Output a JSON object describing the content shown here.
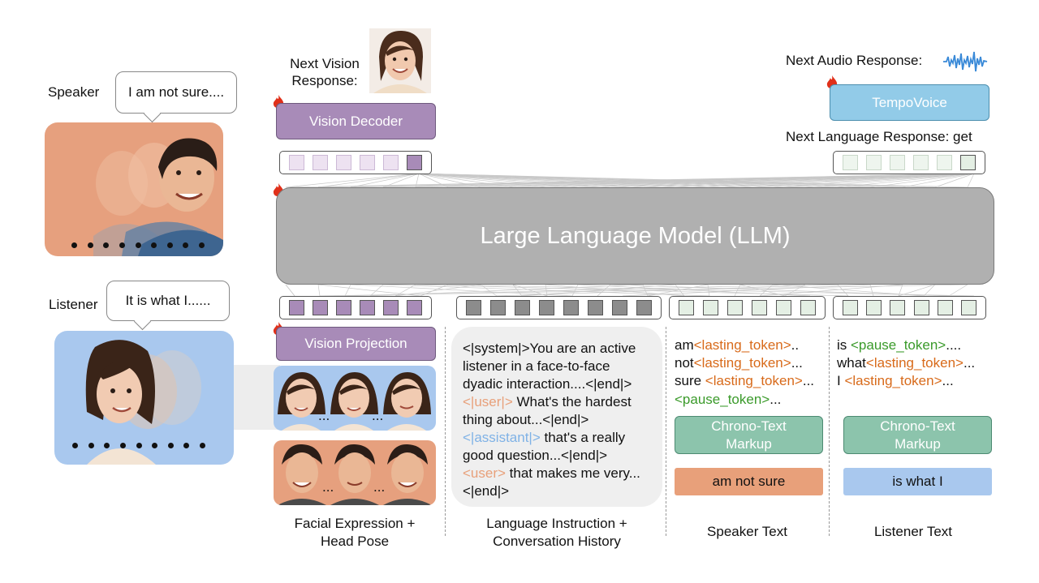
{
  "speaker": {
    "label": "Speaker",
    "bubble": "I am not sure...."
  },
  "listener": {
    "label": "Listener",
    "bubble": "It is what I......"
  },
  "next_vision": {
    "label": "Next Vision\nResponse:"
  },
  "vision_decoder": {
    "label": "Vision Decoder"
  },
  "vision_projection": {
    "label": "Vision Projection"
  },
  "llm": {
    "label": "Large Language Model (LLM)"
  },
  "next_audio": {
    "label": "Next Audio Response:"
  },
  "tempovoice": {
    "label": "TempoVoice"
  },
  "next_language": {
    "label": "Next Language Response: get"
  },
  "columns": {
    "facial": "Facial Expression +\nHead Pose",
    "language": "Language Instruction +\nConversation History",
    "speaker_text": "Speaker Text",
    "listener_text": "Listener Text"
  },
  "instruction": {
    "line1": "<|system|>You are an active",
    "line2": "listener in a face-to-face",
    "line3": "dyadic interaction....<|end|>",
    "line4a": "<|user|>",
    "line4b": " What's the hardest",
    "line5": "thing about...<|end|>",
    "line6a": "<|assistant|>",
    "line6b": " that's a really",
    "line7": "good question...<|end|>",
    "line8a": "<user>",
    "line8b": " that makes me very...",
    "line9": "<|end|>"
  },
  "speaker_tokens": {
    "r1a": "am",
    "r1b": "<lasting_token>",
    "r1c": "..",
    "r2a": "not",
    "r2b": "<lasting_token>",
    "r2c": "...",
    "r3a": "sure ",
    "r3b": "<lasting_token>",
    "r3c": "...",
    "r4a": "<pause_token>",
    "r4b": "..."
  },
  "listener_tokens": {
    "r1a": "is ",
    "r1b": "<pause_token>",
    "r1c": "....",
    "r2a": "what",
    "r2b": "<lasting_token>",
    "r2c": "...",
    "r3a": "I  ",
    "r3b": "<lasting_token>",
    "r3c": "..."
  },
  "chrono_speaker": {
    "label": "Chrono-Text\nMarkup"
  },
  "chrono_listener": {
    "label": "Chrono-Text\nMarkup"
  },
  "speaker_text_box": {
    "label": "am not sure"
  },
  "listener_text_box": {
    "label": "is what I"
  },
  "ellipsis": "...",
  "colors": {
    "purple": "#a88bb8",
    "gray": "#b0b0b0",
    "teal": "#8cc4ac",
    "sky": "#92cbe8",
    "orange": "#e8a07a",
    "blue": "#a9c8ee"
  }
}
